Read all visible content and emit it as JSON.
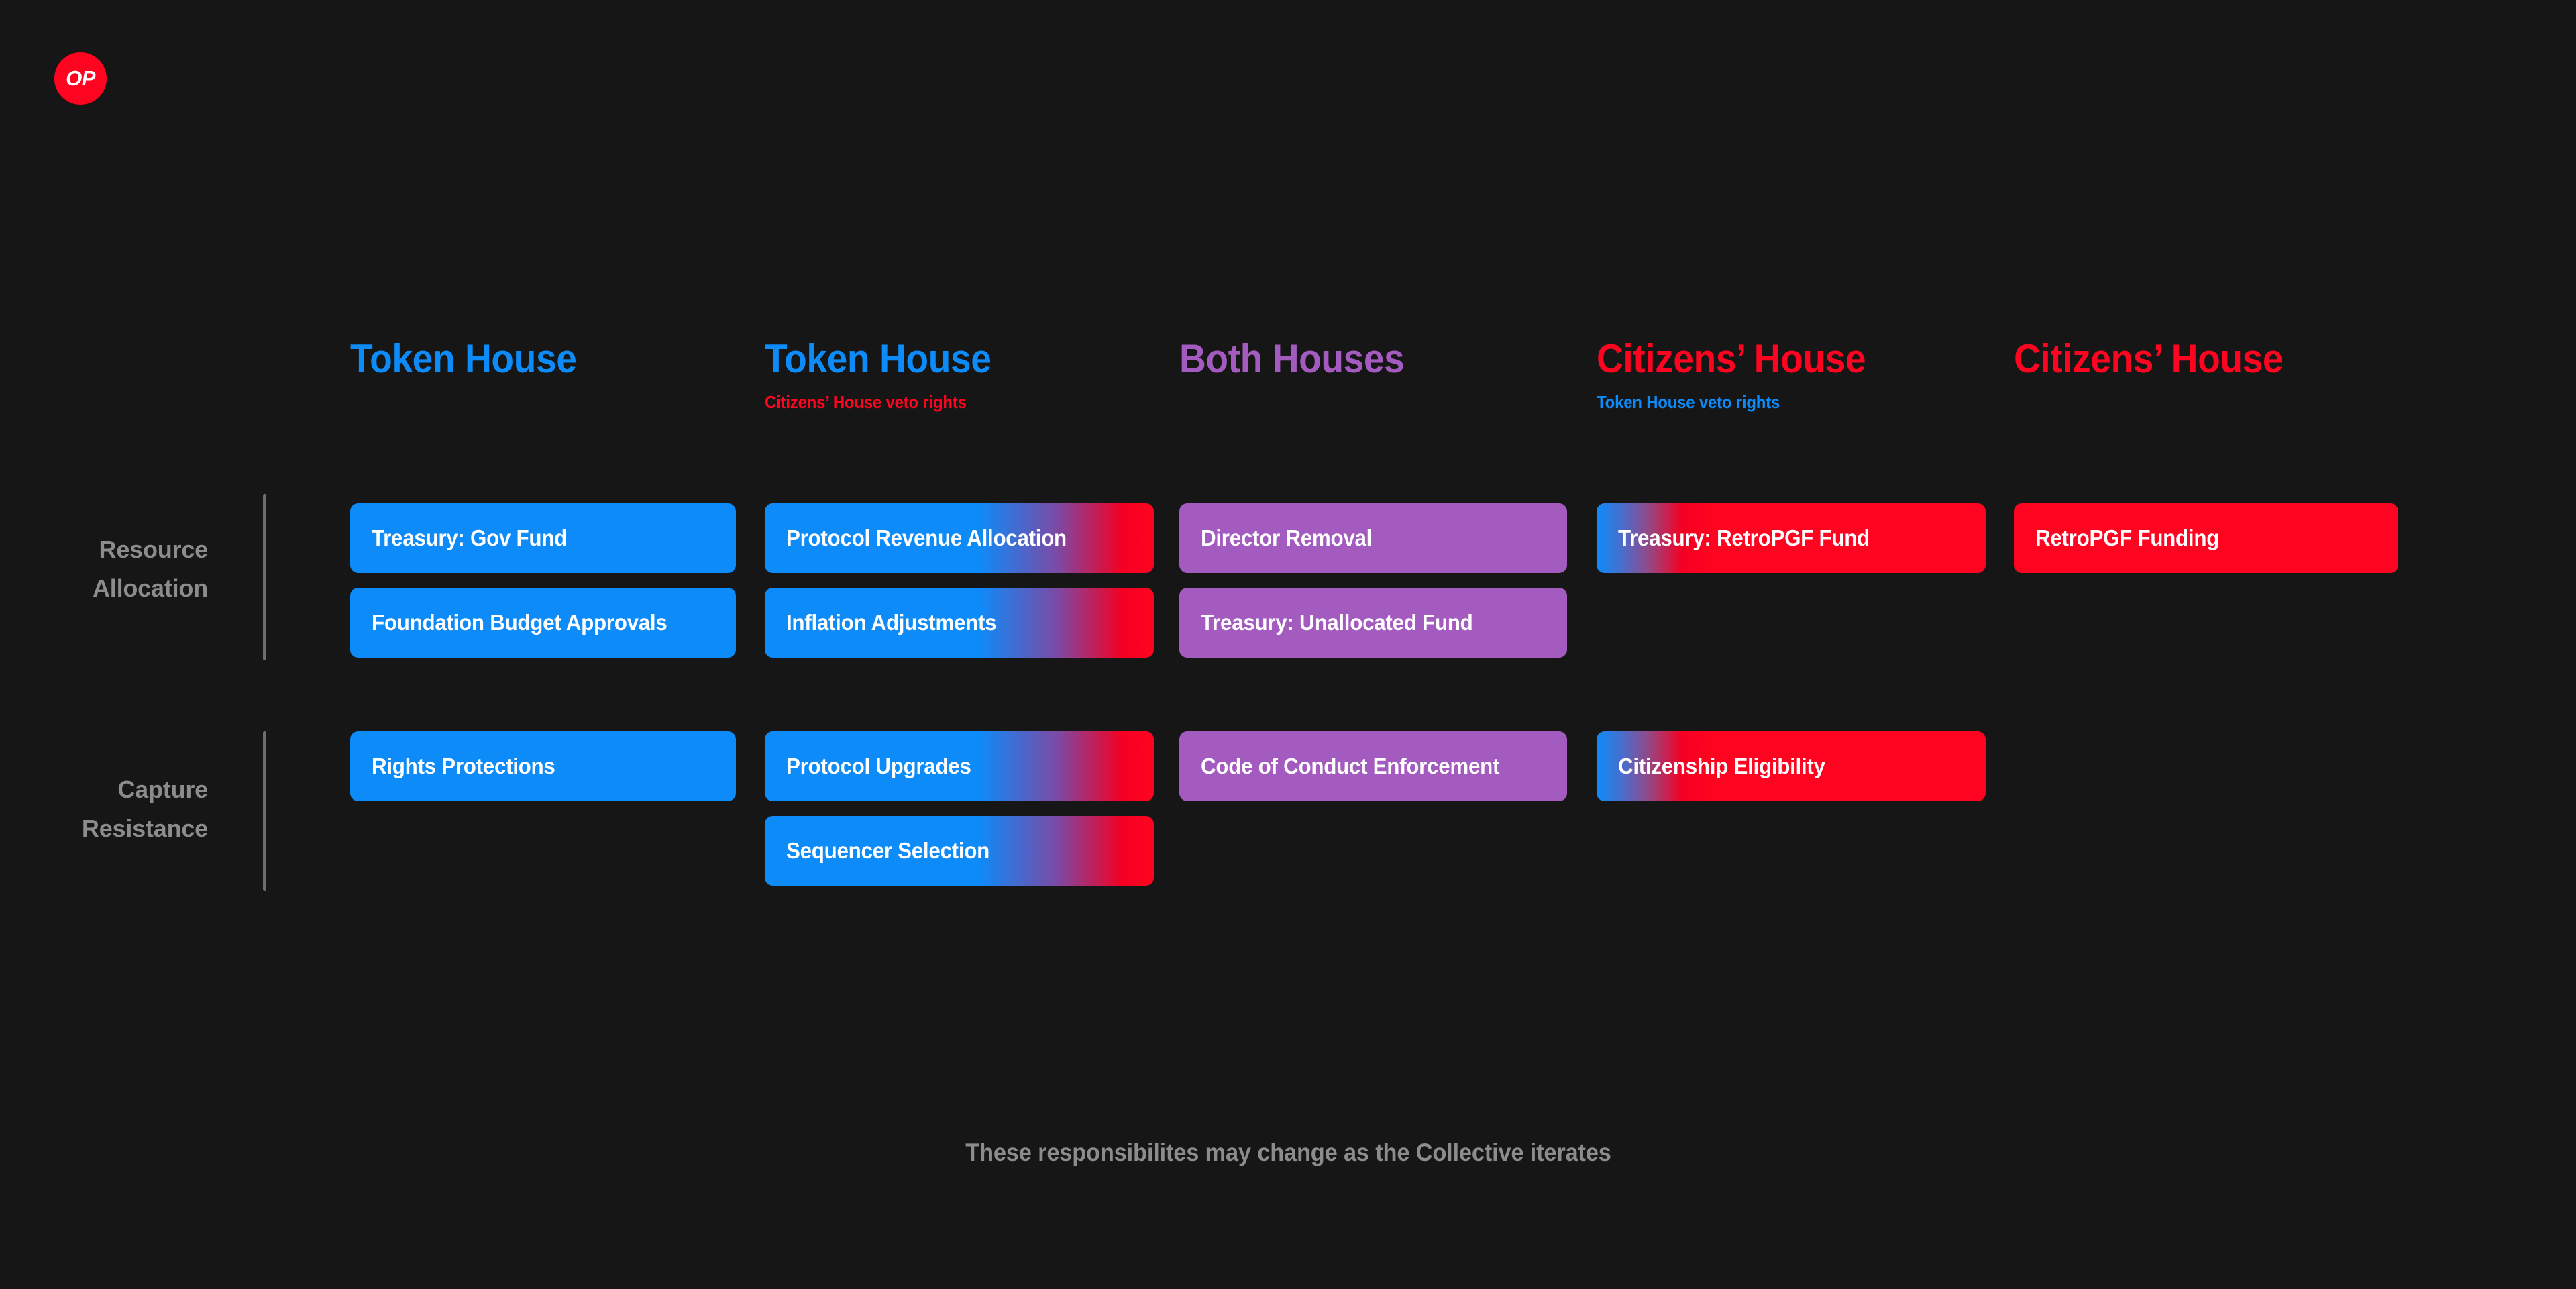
{
  "page": {
    "background_color": "#161616",
    "logo": {
      "label": "OP",
      "background_color": "#FF0420",
      "text_color": "#FFFFFF"
    },
    "footer_note": "These responsibilites may change as the Collective iterates"
  },
  "colors": {
    "blue": "#0D8BF9",
    "red": "#FF0420",
    "purple": "#A45BBF",
    "muted": "#8C8C8C",
    "divider": "#6E6E6E",
    "pill_text": "#FFFFFF"
  },
  "columns": [
    {
      "title": "Token House",
      "title_color": "#0D8BF9",
      "subtitle": "",
      "subtitle_color": ""
    },
    {
      "title": "Token House",
      "title_color": "#0D8BF9",
      "subtitle": "Citizens’ House veto rights",
      "subtitle_color": "#FF0420"
    },
    {
      "title": "Both Houses",
      "title_color": "#A45BBF",
      "subtitle": "",
      "subtitle_color": ""
    },
    {
      "title": "Citizens’ House",
      "title_color": "#FF0420",
      "subtitle": "Token House veto rights",
      "subtitle_color": "#0D8BF9"
    },
    {
      "title": "Citizens’ House",
      "title_color": "#FF0420",
      "subtitle": "",
      "subtitle_color": ""
    }
  ],
  "rows": [
    {
      "label_line1": "Resource",
      "label_line2": "Allocation",
      "cells": [
        {
          "pills": [
            "Treasury: Gov Fund",
            "Foundation Budget Approvals"
          ]
        },
        {
          "pills": [
            "Protocol Revenue Allocation",
            "Inflation Adjustments"
          ]
        },
        {
          "pills": [
            "Director Removal",
            "Treasury: Unallocated Fund"
          ]
        },
        {
          "pills": [
            "Treasury: RetroPGF Fund"
          ]
        },
        {
          "pills": [
            "RetroPGF Funding"
          ]
        }
      ]
    },
    {
      "label_line1": "Capture",
      "label_line2": "Resistance",
      "cells": [
        {
          "pills": [
            "Rights Protections"
          ]
        },
        {
          "pills": [
            "Protocol Upgrades",
            "Sequencer Selection"
          ]
        },
        {
          "pills": [
            "Code of Conduct Enforcement"
          ]
        },
        {
          "pills": [
            "Citizenship Eligibility"
          ]
        },
        {
          "pills": []
        }
      ]
    }
  ]
}
